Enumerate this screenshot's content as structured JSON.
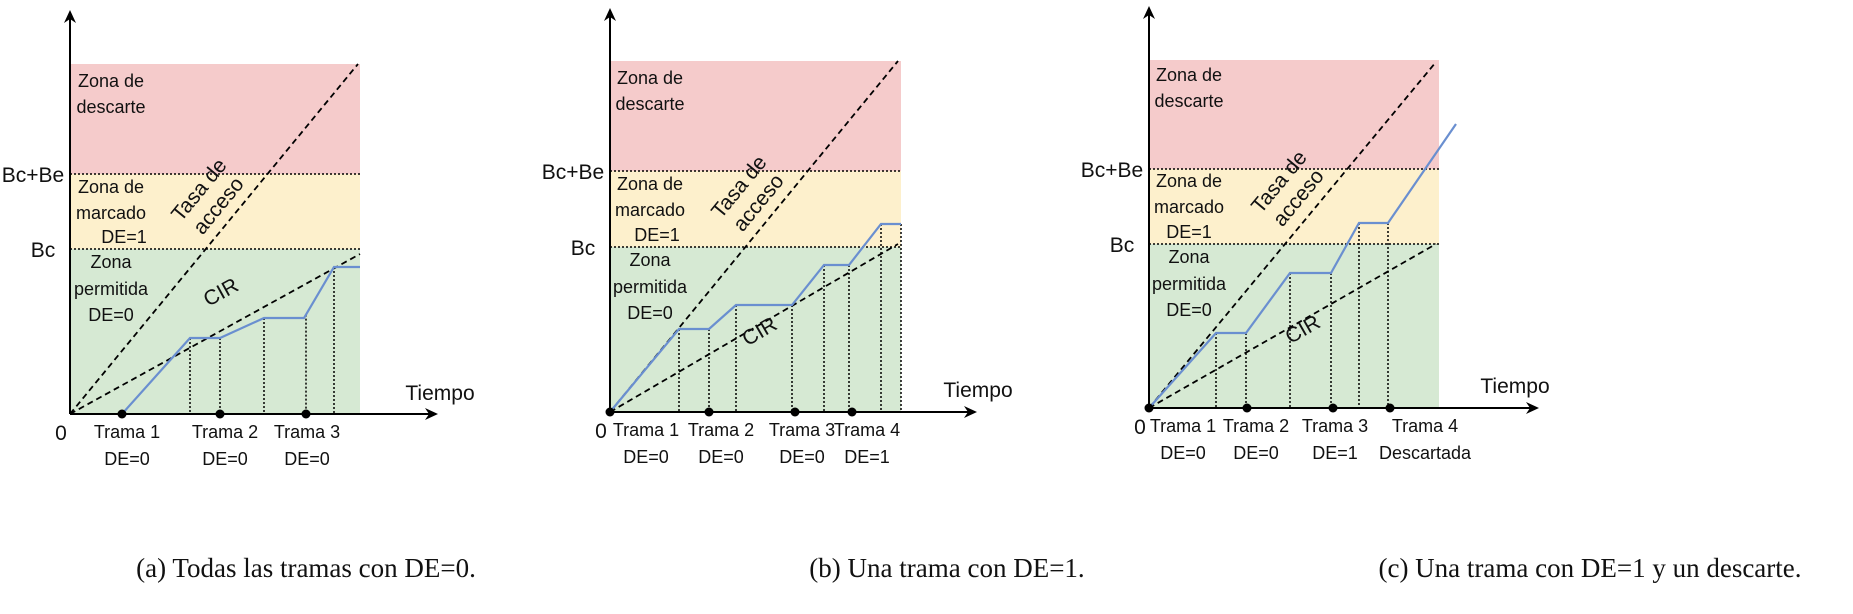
{
  "colors": {
    "discard_zone": "#f5cbcb",
    "mark_zone": "#fdf0cc",
    "allowed_zone": "#d6e9d3",
    "traffic_line": "#6a8fd0",
    "axis": "#000000"
  },
  "panels": [
    {
      "caption": "(a)  Todas las tramas con DE=0.",
      "zones": {
        "discard": [
          "Zona de",
          "descarte"
        ],
        "mark": [
          "Zona de",
          "marcado",
          "DE=1"
        ],
        "allowed": [
          "Zona",
          "permitida",
          "DE=0"
        ]
      },
      "levels": {
        "bc_be": "Bc+Be",
        "bc": "Bc"
      },
      "origin_label": "0",
      "x_axis_label": "Tiempo",
      "access_rate_label": [
        "Tasa de",
        "acceso"
      ],
      "cir_label": "CIR",
      "frames": [
        {
          "label": "Trama 1",
          "status": "DE=0"
        },
        {
          "label": "Trama 2",
          "status": "DE=0"
        },
        {
          "label": "Trama 3",
          "status": "DE=0"
        }
      ]
    },
    {
      "caption": "(b)  Una trama con DE=1.",
      "zones": {
        "discard": [
          "Zona de",
          "descarte"
        ],
        "mark": [
          "Zona de",
          "marcado",
          "DE=1"
        ],
        "allowed": [
          "Zona",
          "permitida",
          "DE=0"
        ]
      },
      "levels": {
        "bc_be": "Bc+Be",
        "bc": "Bc"
      },
      "origin_label": "0",
      "x_axis_label": "Tiempo",
      "access_rate_label": [
        "Tasa de",
        "acceso"
      ],
      "cir_label": "CIR",
      "frames": [
        {
          "label": "Trama 1",
          "status": "DE=0"
        },
        {
          "label": "Trama 2",
          "status": "DE=0"
        },
        {
          "label": "Trama 3",
          "status": "DE=0"
        },
        {
          "label": "Trama 4",
          "status": "DE=1"
        }
      ]
    },
    {
      "caption": "(c)  Una trama con DE=1 y un descarte.",
      "zones": {
        "discard": [
          "Zona de",
          "descarte"
        ],
        "mark": [
          "Zona de",
          "marcado",
          "DE=1"
        ],
        "allowed": [
          "Zona",
          "permitida",
          "DE=0"
        ]
      },
      "levels": {
        "bc_be": "Bc+Be",
        "bc": "Bc"
      },
      "origin_label": "0",
      "x_axis_label": "Tiempo",
      "access_rate_label": [
        "Tasa de",
        "acceso"
      ],
      "cir_label": "CIR",
      "frames": [
        {
          "label": "Trama 1",
          "status": "DE=0"
        },
        {
          "label": "Trama 2",
          "status": "DE=0"
        },
        {
          "label": "Trama 3",
          "status": "DE=1"
        },
        {
          "label": "Trama 4",
          "status": "Descartada"
        }
      ]
    }
  ]
}
